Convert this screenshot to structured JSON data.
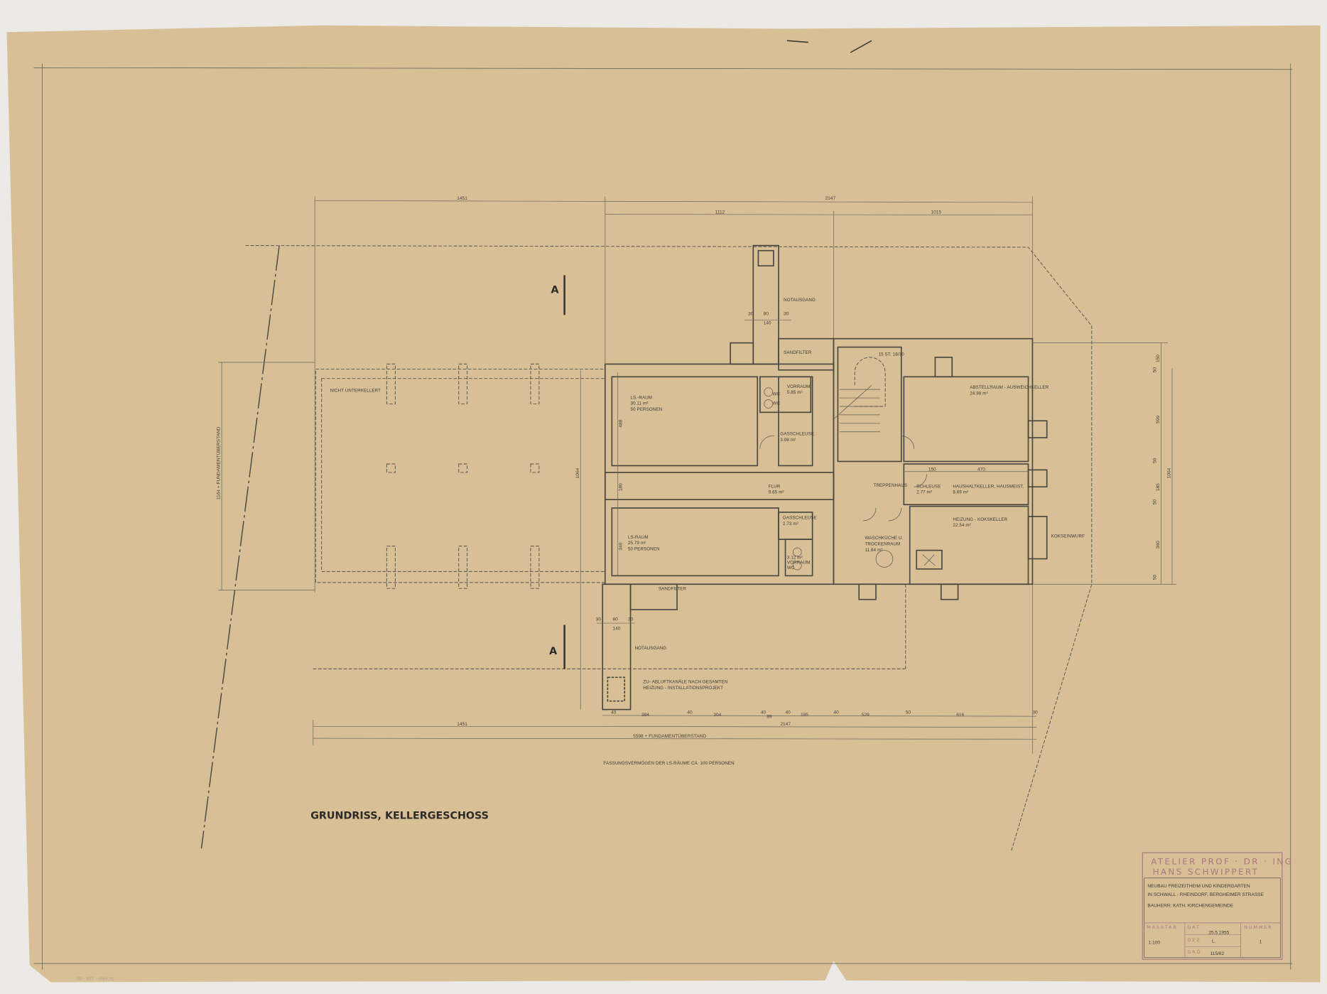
{
  "drawing": {
    "title": "GRUNDRISS, KELLERGESCHOSS",
    "capacity_note": "FASSUNGSVERMÖGEN DER LS-RÄUME CA. 100 PERSONEN",
    "section_mark": "A",
    "archive_stamp": "SCHW - 118 - 86",
    "colors": {
      "paper": "#d8bf95",
      "ink": "#3b3a36",
      "stamp": "#a97880"
    }
  },
  "title_block": {
    "office_line1": "ATELIER PROF · DR · ING",
    "office_line2": "HANS SCHWIPPERT",
    "project_line1": "NEUBAU FREIZEITHEIM UND KINDERGARTEN",
    "project_line2": "IN SCHWALL - RHEINDORF, BERGHEIMER STRASSE",
    "client": "BAUHERR: KATH. KIRCHENGEMEINDE",
    "scale_label": "MASSTAB",
    "scale_value": "1:100",
    "date_label": "DAT",
    "date_value": "25.5.1955",
    "drawn_label": "GEZ",
    "drawn_value": "L.",
    "size_label": "GRÖ",
    "size_value": "115/62",
    "number_label": "NUMMER",
    "number_value": "1"
  },
  "rooms": {
    "ls_raum_1": {
      "name": "LS.-RAUM",
      "area": "30.11 m²",
      "persons": "50 PERSONEN"
    },
    "ls_raum_2": {
      "name": "LS-RAUM",
      "area": "25.79 m²",
      "persons": "50 PERSONEN"
    },
    "flur": {
      "name": "FLUR",
      "area": "9.65 m²"
    },
    "vorraum_1": {
      "name": "VORRAUM",
      "area": "5.85 m²"
    },
    "gasschleuse_1": {
      "name": "GASSCHLEUSE",
      "area": "3.98 m²"
    },
    "gasschleuse_2": {
      "name": "GASSCHLEUSE",
      "area": "2.73 m²"
    },
    "vorraum_2": {
      "name": "VORRAUM",
      "area": "3.12 m²",
      "wc": "WC"
    },
    "wc_1": "WC",
    "wc_2": "WC",
    "sandfilter_1": "SANDFILTER",
    "sandfilter_2": "SANDFILTER",
    "notausgang_1": "NOTAUSGANG",
    "notausgang_2": "NOTAUSGANG",
    "treppenhaus": "TREPPENHAUS",
    "stairs_note": "15 ST. 16/30",
    "abstellraum": {
      "name": "ABSTELLRAUM - AUSWEICHKELLER",
      "area": "24.98 m²"
    },
    "schleuse": {
      "name": "SCHLEUSE",
      "area": "2.77 m²"
    },
    "haushaltkeller": {
      "name": "HAUSHALTKELLER, HAUSMEIST.",
      "area": "8.69 m²"
    },
    "heizung": {
      "name": "HEIZUNG - KOKSKELLER",
      "area": "22.54 m²"
    },
    "waschkueche": {
      "name": "WASCHKÜCHE U.",
      "name2": "TROCKENRAUM",
      "area": "11.84 m²"
    },
    "koks": "KOKSEINWURF",
    "nicht_unterkellert": "NICHT UNTERKELLERT",
    "kanal_note1": "ZU- ABLUFTKANÄLE NACH GESAMTEN",
    "kanal_note2": "HEIZUNG - INSTALLATIONSPROJEKT"
  },
  "dimensions": {
    "top_row1": [
      "1451",
      "2147"
    ],
    "top_row2": [
      "1112",
      "1015"
    ],
    "bottom_row1": [
      "40",
      "384",
      "40",
      "304",
      "40",
      "89",
      "40",
      "195",
      "40",
      "529",
      "50",
      "616",
      "30"
    ],
    "bottom_total_right": "2147",
    "bottom_total_left": "1451",
    "bottom_overall": "5598 + FUNDAMENTÜBERSTAND",
    "left_overall": "1164 + FUNDAMENTÜBERSTAND",
    "mid_vertical": "1064",
    "right_vertical": [
      "150",
      "50",
      "599",
      "50",
      "185",
      "50",
      "360",
      "50"
    ],
    "right_total": "1064",
    "shaft_top": [
      "30",
      "80",
      "30",
      "140"
    ],
    "shaft_bottom": [
      "30",
      "80",
      "30",
      "140"
    ],
    "ls1_height": "488",
    "ls2_height": "340",
    "flur_height": "180",
    "schleuse_width": "150",
    "haushalt_width": "470"
  }
}
